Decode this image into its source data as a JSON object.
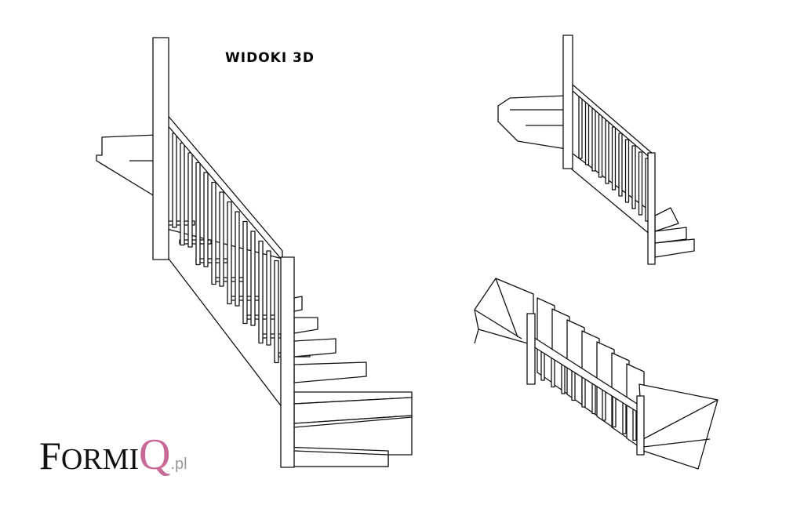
{
  "title": "WIDOKI 3D",
  "logo": {
    "text": "FORMIQ",
    "suffix": ".pl",
    "accent_color": "#c86a98"
  },
  "views": [
    "main-perspective-view",
    "top-right-view",
    "bottom-right-view"
  ]
}
